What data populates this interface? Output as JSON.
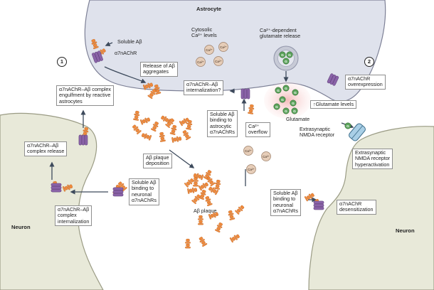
{
  "title": "Astrocyte",
  "markers": [
    "1",
    "2"
  ],
  "labels": {
    "soluble_ab": "Soluble Aβ",
    "a7nachr": "α7nAChR",
    "cytosolic_ca": "Cytosolic\nCa²⁺ levels",
    "ca_glutamate_release": "Ca²⁺-dependent\nglutamate release",
    "release_ab": "Release of Aβ\naggregates",
    "a7_overexpression": "α7nAChR\noverexpression",
    "complex_engulfment": "α7nAChR–Aβ complex\nengulfment by reactive\nastrocytes",
    "a7_internalization_q": "α7nAChR–Aβ\ninternalization?",
    "glutamate_levels": "↑Glutamate levels",
    "glutamate": "Glutamate",
    "complex_release": "α7nAChR–Aβ\ncomplex release",
    "soluble_binding_astro": "Soluble Aβ\nbinding to\nastrocytic\nα7nAChRs",
    "ca_overflow": "Ca²⁺\noverflow",
    "extrasynaptic_nmda": "Extrasynaptic\nNMDA receptor",
    "nmda_hyperactivation": "Extrasynaptic\nNMDA receptor\nhyperactivation",
    "plaque_deposition": "Aβ plaque\ndeposition",
    "soluble_binding_neuronal_left": "Soluble Aβ\nbinding to\nneuronal\nα7nAChRs",
    "complex_internalization": "α7nAChR–Aβ\ncomplex\ninternalization",
    "neuron_left": "Neuron",
    "ab_plaque": "Aβ plaque",
    "soluble_binding_neuronal_right": "Soluble Aβ\nbinding to\nneuronal\nα7nAChRs",
    "a7_desensitization": "α7nAChR\ndesensitization",
    "neuron_right": "Neuron",
    "ca_ion": "Ca²⁺",
    "glu_letter": "G"
  },
  "colors": {
    "astrocyte_fill": "#dfe2ec",
    "astrocyte_stroke": "#7d8096",
    "neuron_fill": "#e8e9d9",
    "neuron_stroke": "#9a9b84",
    "amyloid": "#f08a3c",
    "receptor": "#8a63a8",
    "calcium": "#e6cdb8",
    "glutamate": "#5ca35c",
    "glow": "#f6c9c9",
    "nmda": "#a9cfe6"
  }
}
